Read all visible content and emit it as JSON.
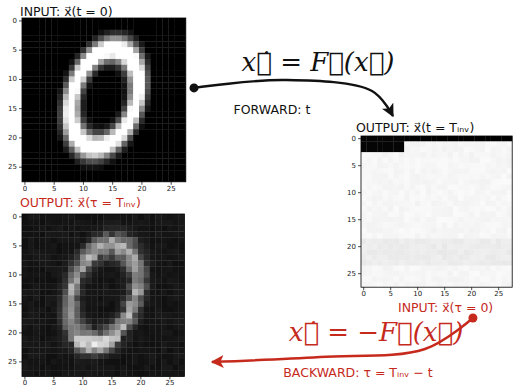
{
  "diagram": {
    "nodes": [
      {
        "text": [
          "INPUT: x⃗(t = 0)"
        ]
      },
      {
        "text": [
          "OUTPUT: x⃗(t = Tᵢₙᵥ)",
          "INPUT: x⃗(τ = 0)"
        ]
      },
      {
        "text": [
          "OUTPUT: x⃗(τ = Tᵢₙᵥ)"
        ]
      }
    ],
    "edges": [
      {
        "from": 0,
        "to": 1,
        "arrow": "to",
        "label": "FORWARD: t"
      },
      {
        "from": 1,
        "to": 2,
        "arrow": "to",
        "label": "BACKWARD: τ = Tᵢₙᵥ − t"
      }
    ],
    "labels": [
      "x⃗̇ = F⃗(x⃗)",
      "x⃗̇ = −F⃗(x⃗)",
      "0",
      "5",
      "10",
      "15",
      "20",
      "25",
      "0",
      "5",
      "10",
      "15",
      "20",
      "25",
      "0",
      "5",
      "10",
      "15",
      "20",
      "25",
      "0",
      "5",
      "10",
      "15",
      "20",
      "25",
      "0",
      "5",
      "10",
      "15",
      "20",
      "25",
      "0",
      "5",
      "10",
      "15",
      "20",
      "25"
    ]
  }
}
